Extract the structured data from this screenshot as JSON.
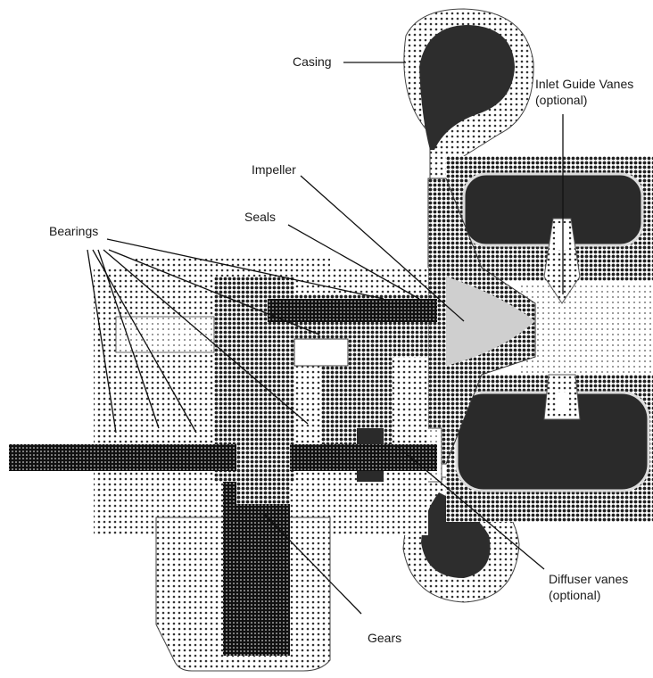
{
  "diagram": {
    "labels": {
      "casing": "Casing",
      "inlet_guide_vanes_line1": "Inlet Guide Vanes",
      "inlet_guide_vanes_line2": "(optional)",
      "impeller": "Impeller",
      "seals": "Seals",
      "bearings": "Bearings",
      "diffuser_vanes_line1": "Diffuser vanes",
      "diffuser_vanes_line2": "(optional)",
      "gears": "Gears"
    },
    "colors": {
      "background": "#ffffff",
      "dark_fill": "#2a2a2a",
      "mid_fill": "#6e6e6e",
      "light_fill": "#bdbdbd",
      "leader_line": "#111111"
    }
  }
}
